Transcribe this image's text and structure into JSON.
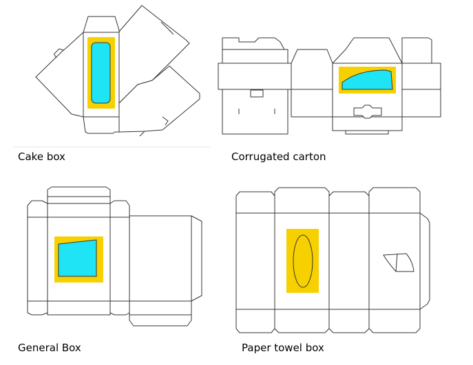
{
  "colors": {
    "outline": "#333333",
    "window_frame": "#f7d000",
    "window": "#1fe4f6"
  },
  "labels": {
    "cake_box": "Cake box",
    "corrugated_carton": "Corrugated carton",
    "general_box": "General Box",
    "paper_towel_box": "Paper towel box"
  }
}
